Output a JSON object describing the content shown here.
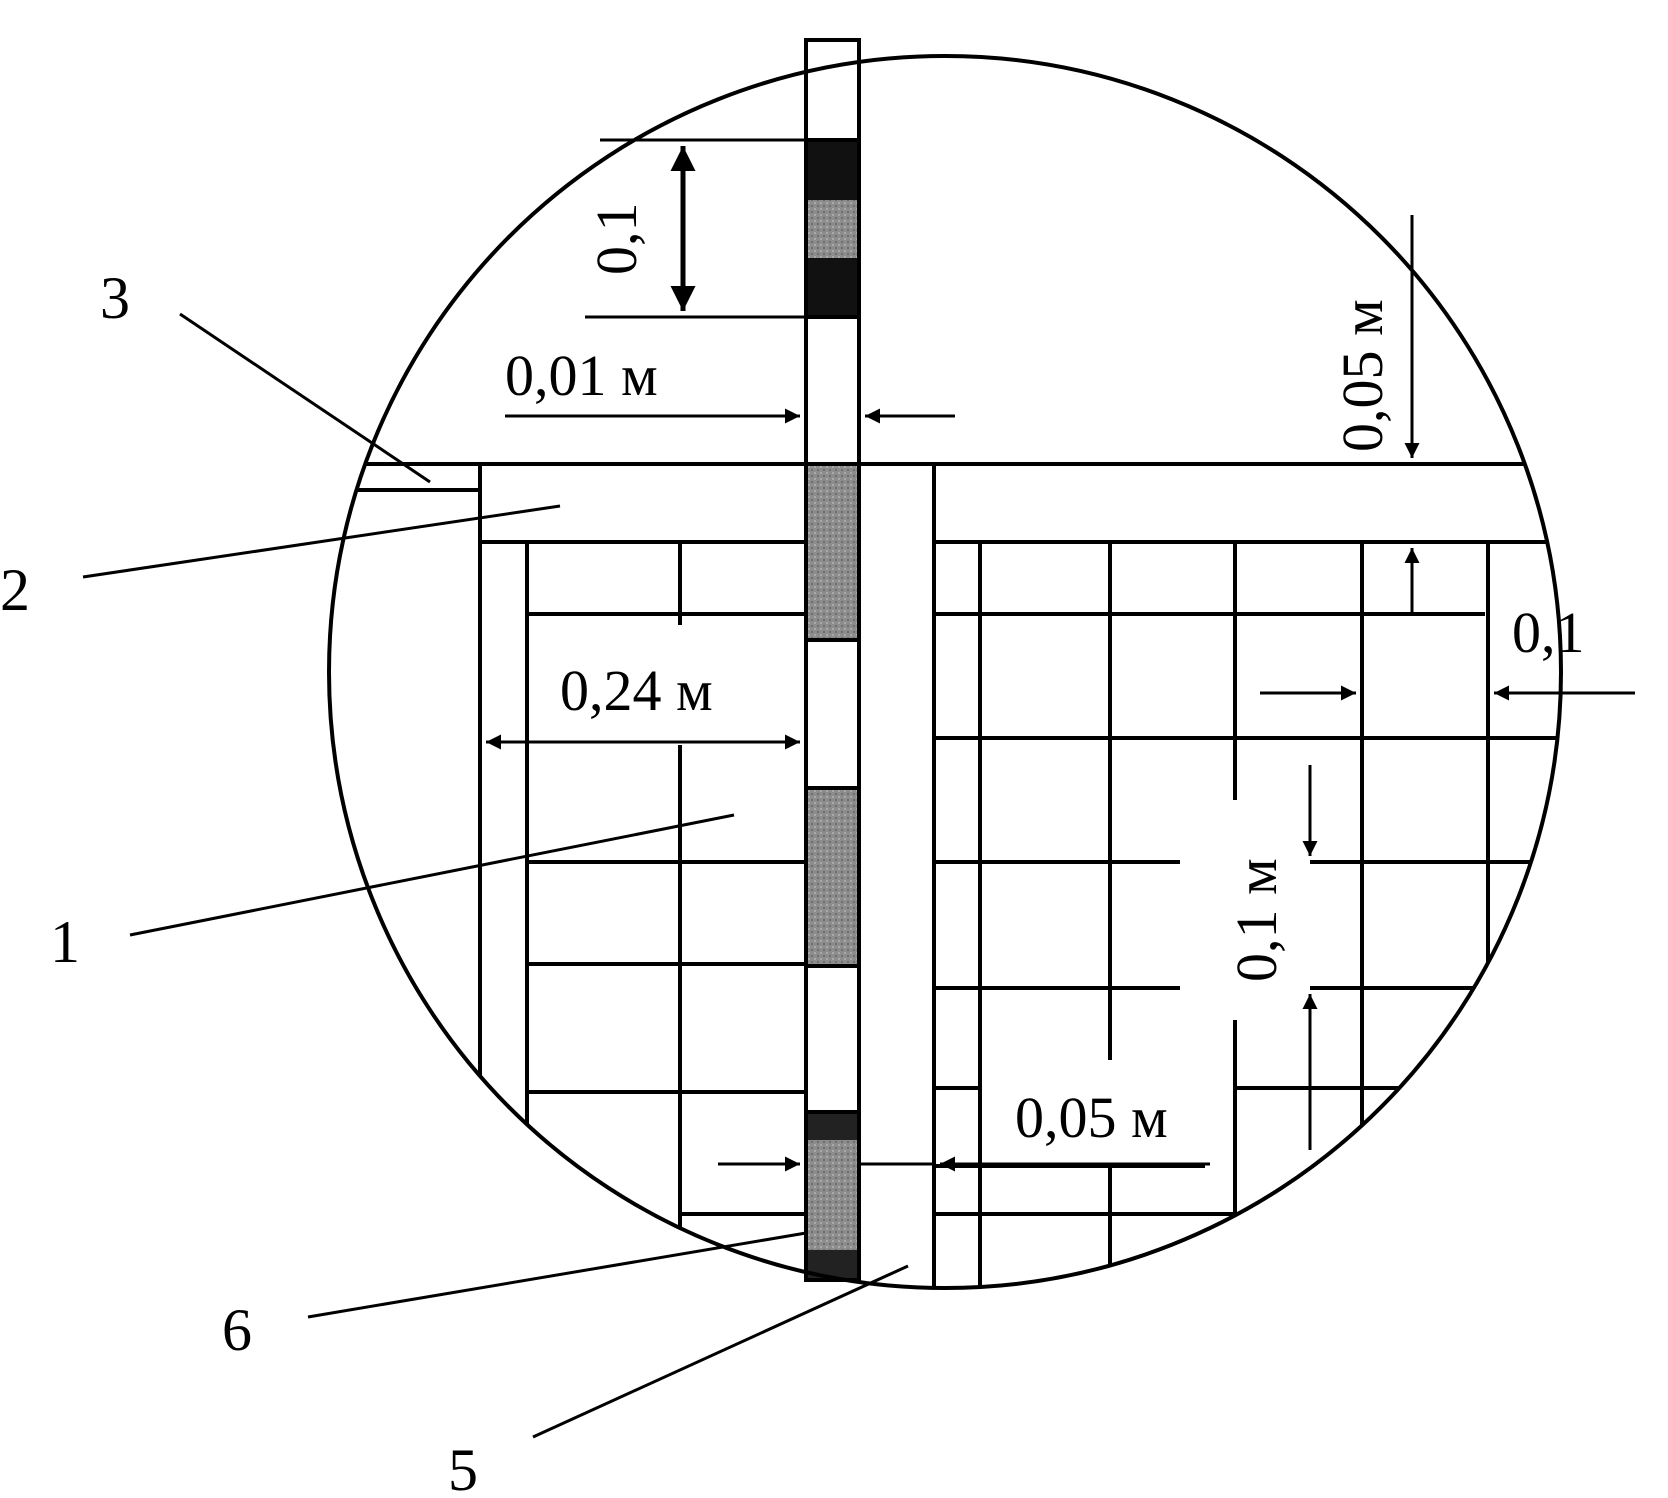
{
  "dimensions": {
    "top_stripe_height": "0,1",
    "stripe_width": "0,01 м",
    "top_gap": "0,05 м",
    "cell_width": "0,1",
    "first_row_width": "0,24 м",
    "cell_height": "0,1 м",
    "slot_width": "0,05 м"
  },
  "callouts": {
    "c1": "1",
    "c2": "2",
    "c3": "3",
    "c5": "5",
    "c6": "6"
  },
  "colors": {
    "line": "#000000",
    "dark_segment": "#111111",
    "shaded_segment": "#8c8c8c",
    "background": "#ffffff"
  }
}
